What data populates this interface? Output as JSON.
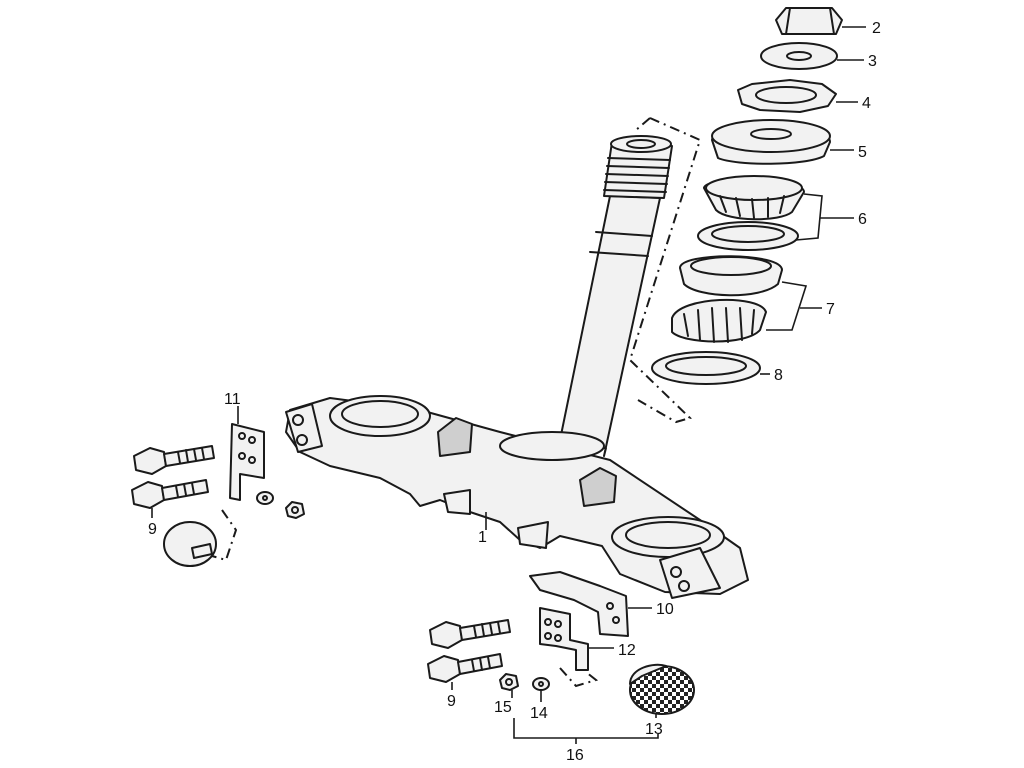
{
  "callouts": [
    {
      "id": "1",
      "text": "1"
    },
    {
      "id": "2",
      "text": "2"
    },
    {
      "id": "3",
      "text": "3"
    },
    {
      "id": "4",
      "text": "4"
    },
    {
      "id": "5",
      "text": "5"
    },
    {
      "id": "6",
      "text": "6"
    },
    {
      "id": "7",
      "text": "7"
    },
    {
      "id": "8",
      "text": "8"
    },
    {
      "id": "9a",
      "text": "9"
    },
    {
      "id": "9b",
      "text": "9"
    },
    {
      "id": "10",
      "text": "10"
    },
    {
      "id": "11",
      "text": "11"
    },
    {
      "id": "12",
      "text": "12"
    },
    {
      "id": "13",
      "text": "13"
    },
    {
      "id": "14",
      "text": "14"
    },
    {
      "id": "15",
      "text": "15"
    },
    {
      "id": "16",
      "text": "16"
    }
  ]
}
